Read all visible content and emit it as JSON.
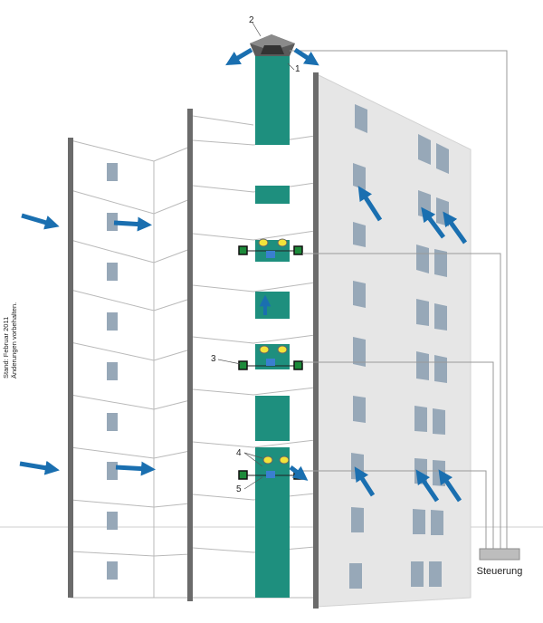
{
  "callouts": {
    "n1": "1",
    "n2": "2",
    "n3": "3",
    "n4": "4",
    "n5": "5"
  },
  "control_box_label": "Steuerung",
  "side_note": {
    "line1": "Stand: Februar 2011",
    "line2": "Änderungen vorbehalten."
  },
  "colors": {
    "shaft": "#1e8f7e",
    "facade": "#e6e6e6",
    "window": "#97a8b8",
    "arrow": "#1a6fb0",
    "fan": "#f2e33a",
    "valve_green": "#1c8a3a",
    "wall_post": "#6b6b6b"
  },
  "icons": {
    "fresh_air_arrow": "arrow-right-icon",
    "exhaust_arrow": "arrow-diagonal-icon",
    "roof_fan": "roof-fan-icon",
    "damper": "damper-icon",
    "fan": "fan-icon"
  }
}
